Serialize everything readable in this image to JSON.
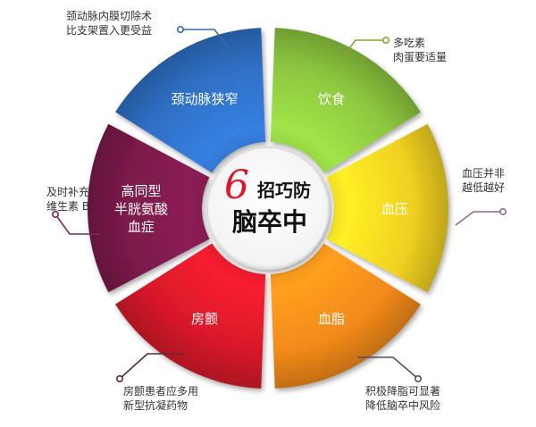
{
  "center": {
    "number": "6",
    "line1": "招巧防",
    "line2": "脑卒中"
  },
  "segments": [
    {
      "id": "food",
      "label": [
        "饮食"
      ],
      "color": "#8cc63f",
      "leader": "#9a9a3a",
      "note": [
        "多吃素",
        "肉蛋要适量"
      ]
    },
    {
      "id": "pressure",
      "label": [
        "血压"
      ],
      "color": "#f0d020",
      "leader": "#8a6a8a",
      "note": [
        "血压并非",
        "越低越好"
      ]
    },
    {
      "id": "lipid",
      "label": [
        "血脂"
      ],
      "color": "#f28a1a",
      "leader": "#5a4a6a",
      "note": [
        "积极降脂可显著",
        "降低脑卒中风险"
      ]
    },
    {
      "id": "af",
      "label": [
        "房颤"
      ],
      "color": "#d7192a",
      "leader": "#5a2a3a",
      "note": [
        "房颤患者应多用",
        "新型抗凝药物"
      ]
    },
    {
      "id": "hcy",
      "label": [
        "高同型",
        "半胱氨酸",
        "血症"
      ],
      "color": "#7a1a4a",
      "leader": "#7a2a5a",
      "note": [
        "及时补充",
        "维生素 B"
      ]
    },
    {
      "id": "carotid",
      "label": [
        "颈动脉狭窄"
      ],
      "color": "#2f6fc4",
      "leader": "#3a6ab0",
      "note": [
        "颈动脉内膜切除术",
        "比支架置入更受益"
      ]
    }
  ]
}
